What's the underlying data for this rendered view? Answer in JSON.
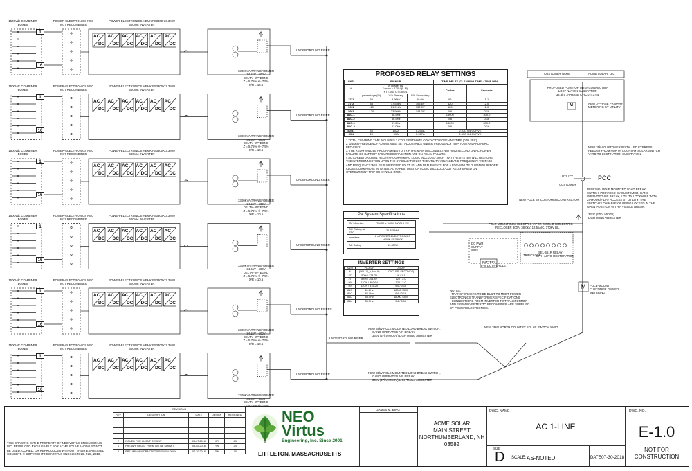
{
  "strings": [
    {
      "labels": {
        "combiner": "1500Vdc COMBINER BOXES",
        "recombiner": "POWER-ELECTRONICS NEC 2017 RECOMBINER",
        "inverter": "POWER-ELECTRONICS HEMK FS3300K 3.3MW 600Vac INVERTER",
        "box_first": "1",
        "box_last": "16",
        "transformer": [
          "3300KVA TRANSFORMER",
          "34.5kV - 600V",
          "DELTA - WYEGND",
          "Z = 5.75% +/- 7.5%",
          "X/R = 10.5"
        ],
        "riser": "UNDERGROUND RISER"
      }
    },
    {
      "labels": {
        "combiner": "1500Vdc COMBINER BOXES",
        "recombiner": "POWER-ELECTRONICS NEC 2017 RECOMBINER",
        "inverter": "POWER-ELECTRONICS HEMK FS3300K 3.3MW 600Vac INVERTER",
        "box_first": "1",
        "box_last": "16",
        "transformer": [
          "3300KVA TRANSFORMER",
          "34.5kV - 600V",
          "DELTA - WYEGND",
          "Z = 5.75% +/- 7.5%",
          "X/R = 10.5"
        ],
        "riser": "UNDERGROUND RISER"
      }
    },
    {
      "labels": {
        "combiner": "1500Vdc COMBINER BOXES",
        "recombiner": "POWER-ELECTRONICS NEC 2017 RECOMBINER",
        "inverter": "POWER-ELECTRONICS HEMK FS3300K 3.3MW 600Vac INVERTER",
        "box_first": "1",
        "box_last": "16",
        "transformer": [
          "3300KVA TRANSFORMER",
          "34.5kV - 600V",
          "DELTA - WYEGND",
          "Z = 5.75% +/- 7.5%",
          "X/R = 10.5"
        ],
        "riser": "UNDERGROUND RISER"
      }
    },
    {
      "labels": {
        "combiner": "1500Vdc COMBINER BOXES",
        "recombiner": "POWER-ELECTRONICS NEC 2017 RECOMBINER",
        "inverter": "POWER-ELECTRONICS HEMK FS3300K 3.3MW 600Vac INVERTER",
        "box_first": "1",
        "box_last": "16",
        "transformer": [
          "3300KVA TRANSFORMER",
          "34.5kV - 600V",
          "DELTA - WYEGND",
          "Z = 5.75% +/- 7.5%",
          "X/R = 10.5"
        ],
        "riser": "UNDERGROUND RISER"
      }
    },
    {
      "labels": {
        "combiner": "1500Vdc COMBINER BOXES",
        "recombiner": "POWER-ELECTRONICS NEC 2017 RECOMBINER",
        "inverter": "POWER-ELECTRONICS HEMK FS3300K 3.3MW 600Vac INVERTER",
        "box_first": "1",
        "box_last": "16",
        "transformer": [
          "3300KVA TRANSFORMER",
          "34.5kV - 600V",
          "DELTA - WYEGND",
          "Z = 5.75% +/- 7.5%",
          "X/R = 10.5"
        ],
        "riser": "UNDERGROUND RISERS"
      }
    },
    {
      "labels": {
        "combiner": "1500Vdc COMBINER BOXES",
        "recombiner": "POWER-ELECTRONICS NEC 2017 RECOMBINER",
        "inverter": "POWER-ELECTRONICS HEMK FS3300K 3.3MW 600Vac INVERTER",
        "box_first": "1",
        "box_last": "16",
        "transformer": [
          "3300KVA TRANSFORMER",
          "34.5kV - 600V",
          "DELTA - WYEGND",
          "Z = 5.75% +/- 7.5%",
          "X/R = 10.5"
        ],
        "riser": "UNDERGROUND RISER"
      }
    }
  ],
  "acdc": {
    "ac": "AC",
    "dc": "DC"
  },
  "underground_riser_main": "UNDERGROUND RISER",
  "relay": {
    "title": "PROPOSED RELAY SETTINGS",
    "head": {
      "ansi": "ANSI",
      "num": "#",
      "pickup": "PICKUP",
      "pickup_sub": [
        "V(Vbase, Hz",
        "Vnom = 120V (L-N)",
        "PT=186, CT=400:1"
      ],
      "pct": "percentage (%)",
      "vaprim": "V/A Primary",
      "vasec": "V/A Secondary",
      "delay": "TIME DELAY (CLEARING TIME) / TIME DIAL",
      "cycles": "Cycles",
      "seconds": "Seconds"
    },
    "rows": [
      [
        "27-1",
        "50",
        "9.96kV",
        "60.0V",
        "66",
        "1.1"
      ],
      [
        "27-2",
        "88",
        "17.53kV",
        "105.6V",
        "120",
        "2.0"
      ],
      [
        "59-1",
        "110",
        "21.91kV",
        "132.0V",
        "120",
        "2.0"
      ],
      [
        "59-2",
        "120",
        "23.90kV",
        "144.0V",
        "9.6",
        "0.16"
      ],
      [
        "81U-1",
        "",
        "58.5Hz",
        "",
        "18000",
        "300.0"
      ],
      [
        "81U-2",
        "",
        "56.5Hz",
        "",
        "9.6",
        "0.16"
      ],
      [
        "81O-1",
        "",
        "61.2Hz",
        "",
        "18000",
        "300.0"
      ],
      [
        "81O-2",
        "",
        "62.0Hz",
        "",
        "9.6",
        "0.16"
      ],
      [
        "50/51",
        "40",
        "102A",
        "0.255A",
        "",
        "2.07Ω U4 CURVE"
      ],
      [
        "59N",
        "20",
        "51A",
        "0.127A",
        "",
        "2.07Ω U4 CURVE"
      ]
    ],
    "notes": [
      "1 TOTAL CLEARING TIME INCLUDES 3 CYCLE ESTIMATE CONTACTOR OPENING TIME (0.05 SEC).",
      "2. UNDER-FREQUENCY ADJUSTABLE. SET ADJUSTABLE UNDER FREQUENCY TRIP TO STANDARD NERC",
      "PRC-024-2.",
      "3. THE RELAY WILL BE PROGRAMMED TO TRIP THE MAIN DISCONNECT WITHIN 2 SECOND ON AC POWER",
      "FAILURE, DC BATTERY FAILURE/DEGRADATION AND ON RELAY FAILURE.",
      "4 AUTO-RESTORATION: RELAY PROGRAMMING LOGIC INCLUDED SUCH THAT THE SYSTEM WILL RESTORE",
      "THE INTERCONNECTION UPON THE STABILIZATION OF THE UTILITY VOLTAGE AND FREQUENCY. VOLTAGE",
      "AND FREQUENCY WILL BE SUPERVISED BY 27, 81, AND 59 ELEMENTS FOR A FIVE-MINUTE DURATION BEFORE",
      "CLOSE COMMAND IS INITIATED. AUTO-RESTORATION LOGIC WILL LOCK-OUT RELAY BASED ON",
      "OVERCURRENT TRIP OR MANUAL OPEN."
    ]
  },
  "pv": {
    "title": "PV System Specifications",
    "rows": [
      [
        "PV Modules",
        "79450 x 340W MODULES"
      ],
      [
        "DC Rating at STC",
        "26.879MW"
      ],
      [
        "Inverters",
        "6 x POWER-ELECTRONICS HEMK FS3300K"
      ],
      [
        "AC Rating",
        "19.8MW"
      ]
    ]
  },
  "inverter_settings": {
    "title": "INVERTER SETTINGS",
    "head": [
      "ANSI",
      "PICKUP",
      "DELAY"
    ],
    "head2": [
      "#",
      "(%V / V_n, Hz, A)",
      "(CYCLES, SECONDS)"
    ],
    "rows": [
      [
        "27",
        "50% / 173.2V",
        "66 / 1.1"
      ],
      [
        "27",
        "88% / 304.8V",
        "120 / 2.0"
      ],
      [
        "59",
        "110% / 380.6V",
        "120 / 2.0"
      ],
      [
        "59",
        "120% / 415.2V",
        "9.6 / 0.16"
      ],
      [
        "81O",
        "61.2Hz",
        "18000 / 300"
      ],
      [
        "81O",
        "62.0Hz",
        "9.6 / 0.16"
      ],
      [
        "81U",
        "58.5Hz",
        "18000 / 300"
      ],
      [
        "81U",
        "56.5Hz",
        "9.6 / 0.16"
      ]
    ]
  },
  "right": {
    "customer_name_label": "CUSTOMER NAME",
    "customer_name": "ACME SOLAR, LLC",
    "poi": [
      "PROPOSED POINT OF INTERCONNECTION",
      "LOST NATION SUBSTATION",
      "34.5kV 3-PHASE CIRCUIT 378L"
    ],
    "meter_primary": [
      "NEW 3-PHASE PRIMARY",
      "METERING BY UTILITY"
    ],
    "feeder": [
      "NEW 35kV CUSTOMER INSTALLED EXPRESS",
      "FEEDER FROM NORTH COUNTRY SOLAR SWITCH",
      "YARD TO LOST NATION SUBSTATION."
    ],
    "utility": "UTILITY",
    "customer": "CUSTOMER",
    "pcc": "PCC",
    "lbs": [
      "NEW 35kV POLE MOUNTED LOAD BREAK",
      "SWITCH. PROVIDED BY CUSTOMER, GANG",
      "OPERATED AIR BREAK, UTILITY LOCKABLE WITH",
      "24-HOUR/7-DAY ACCESS BY UTILITY. THE",
      "SWITCH IS CAPABLE OF BEING LOCKED IN THE",
      "OPEN POSITION WITH A VISIBLE BREAK."
    ],
    "new_pole": "NEW POLE BY CUSTOMER/CONTRACTOR",
    "arrester": [
      "33kV (27kV MCOV)",
      "LIGHTNING ARRESTER"
    ],
    "recloser": [
      "POLE-MOUNT G&W ELECTRIC VIPER-S SOLID DIELECTRIC",
      "RECLOSER 800A, 38.0kV, 12.5kAIC, 170kV BIL"
    ],
    "dc_supply": [
      "DC PWR",
      "SUPPLY",
      "/UPS"
    ],
    "battery": [
      "BATTERY",
      "8-hr DUTY CYCLE"
    ],
    "sel": [
      "SEL-651R RELAY",
      "WITH AUTO-RESTORATION"
    ],
    "trip_close": "TRIP/CLOSE",
    "pole_meter": [
      "POLE-MOUNT",
      "CUSTOMER OWNED",
      "METERING"
    ],
    "meter": "M",
    "notes": [
      "NOTES:",
      "- TRANSFORMERS TO BE BUILT TO MEET POWER",
      "ELECTRONICS TRANSFORMER SPECIFICATIONS",
      "- CONNECTIONS FROM INVERTER TO TRANSFORMER",
      "AND FROM INVERTER TO RECOMBINER ARE SUPPLIED",
      "BY POWER ELECTRONICS."
    ],
    "switch_yard": "NEW 35kV NORTH COUNTRY SOLAR SWITCH YARD",
    "gang_top": [
      "NEW 35kV POLE MOUNTED LOAD BREAK SWITCH,",
      "GANG OPERATED AIR BREAK",
      "33kV (27kV MCOV) LIGHTNING ARRESTER"
    ],
    "gang_bottom": [
      "NEW 35kV POLE MOUNTED LOAD BREAK SWITCH,",
      "GANG OPERATED AIR BREAK",
      "33kV (27kV MCOV) LIGHTNING ARRESTER"
    ]
  },
  "title_block": {
    "disclaimer": [
      "THIS DRAWING IS THE PROPERTY OF NEO VIRTUS ENGINEERING",
      "INC. PRODUCED EXCLUSIVELY FOR ACME SOLAR AND MUST NOT",
      "BE USED, COPIED, OR REPRODUCED WITHOUT THEIR EXPRESSED",
      "CONSENT. © COPYRIGHT NEO VIRTUS ENGINEERING, INC., 2018."
    ],
    "revisions_title": "REVISIONS",
    "rev_head": [
      "REV",
      "DESCRIPTION",
      "DATE",
      "DESIGN",
      "REVIEWED"
    ],
    "revisions": [
      [
        "2",
        "ISSUED FOR CLIENT REVIEW",
        "08-07-2018",
        "KR",
        "JB"
      ],
      [
        "1",
        "PRE-APP REQST FORM ISO NE SUBMIT",
        "08-02-2018",
        "RW",
        "JB"
      ],
      [
        "0",
        "PRELIMINARY DRAFT FOR REVIEW ONLY",
        "07-30-2018",
        "RW",
        "JB"
      ]
    ],
    "logo_neo": "NEO",
    "logo_virtus": "Virtus",
    "logo_sub": "Engineering, Inc. Since 2001",
    "location": "LITTLETON, MASSACHUSETTS",
    "engineer": "JAMES M. BING",
    "client": [
      "ACME SOLAR",
      "MAIN STREET",
      "NORTHUMBERLAND, NH",
      "03582"
    ],
    "dwg_name_label": "DWG. NAME",
    "dwg_name": "AC 1-LINE",
    "size_label": "SIZE",
    "size": "D",
    "scale_label": "SCALE:",
    "scale": "AS-NOTED",
    "date_label": "DATE",
    "date": "07-30-2018",
    "dwg_no_label": "DWG. NO.",
    "dwg_no": "E-1.0",
    "status": [
      "NOT FOR",
      "CONSTRUCTION"
    ]
  }
}
